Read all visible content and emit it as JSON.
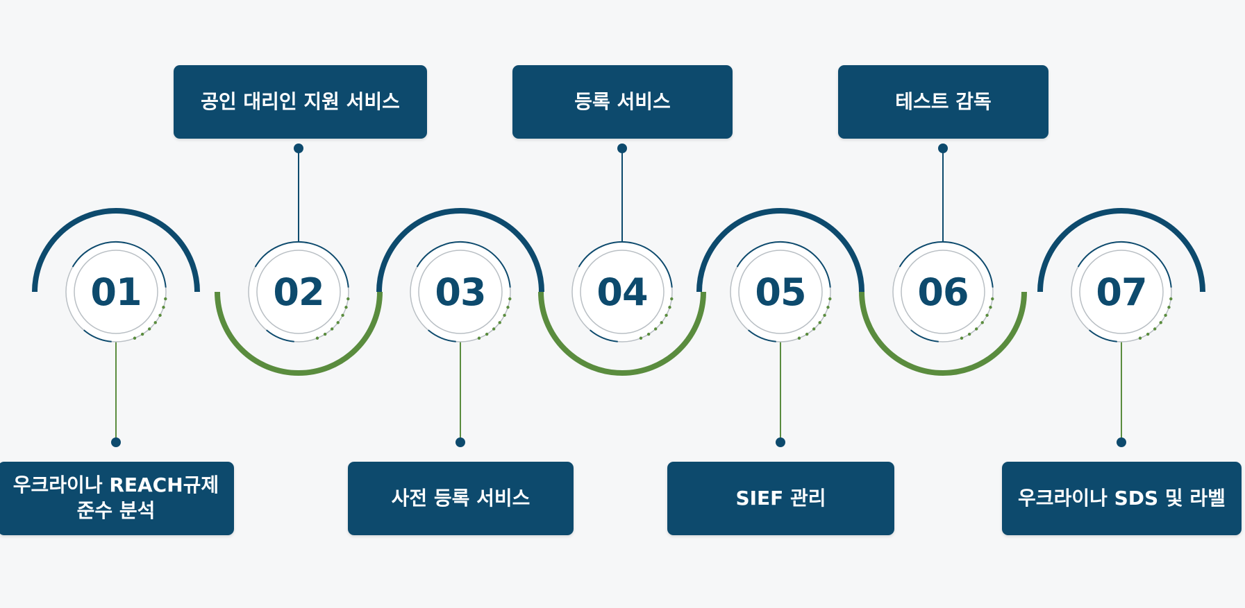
{
  "colors": {
    "navy": "#0d4a6d",
    "green": "#5a8c3e",
    "background": "#f6f7f8",
    "ring_gray": "#b9bfc4"
  },
  "steps": [
    {
      "number": "01",
      "label": "우크라이나 REACH규제\n준수 분석",
      "position": "bottom"
    },
    {
      "number": "02",
      "label": "공인 대리인 지원 서비스",
      "position": "top"
    },
    {
      "number": "03",
      "label": "사전 등록 서비스",
      "position": "bottom"
    },
    {
      "number": "04",
      "label": "등록 서비스",
      "position": "top"
    },
    {
      "number": "05",
      "label": "SIEF 관리",
      "position": "bottom"
    },
    {
      "number": "06",
      "label": "테스트 감독",
      "position": "top"
    },
    {
      "number": "07",
      "label": "우크라이나 SDS 및 라벨",
      "position": "bottom"
    }
  ]
}
